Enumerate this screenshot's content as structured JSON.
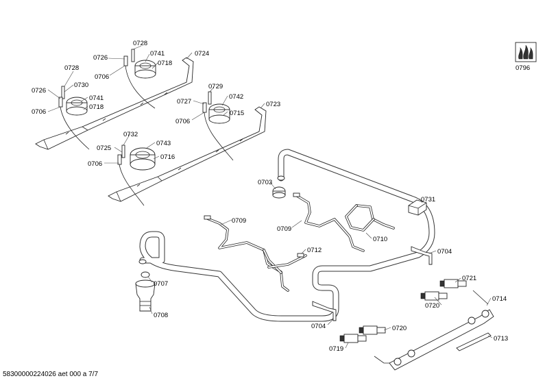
{
  "labels": {
    "l0728a": "0728",
    "l0726a": "0726",
    "l0741a": "0741",
    "l0724": "0724",
    "l0706a": "0706",
    "l0718a": "0718",
    "l0728b": "0728",
    "l0730": "0730",
    "l0726b": "0726",
    "l0741b": "0741",
    "l0706b": "0706",
    "l0718b": "0718",
    "l0729": "0729",
    "l0727": "0727",
    "l0742": "0742",
    "l0715": "0715",
    "l0706c": "0706",
    "l0723": "0723",
    "l0732": "0732",
    "l0743": "0743",
    "l0725": "0725",
    "l0716": "0716",
    "l0706d": "0706",
    "l0703": "0703",
    "l0731": "0731",
    "l0709a": "0709",
    "l0709b": "0709",
    "l0710": "0710",
    "l0712": "0712",
    "l0704a": "0704",
    "l0707": "0707",
    "l0708": "0708",
    "l0721": "0721",
    "l0720a": "0720",
    "l0714": "0714",
    "l0704b": "0704",
    "l0720b": "0720",
    "l0713": "0713",
    "l0719": "0719",
    "l0796": "0796"
  },
  "footer": "58300000224026 aet 000 a 7/7",
  "colors": {
    "line": "#222222",
    "flame": "#333333"
  }
}
